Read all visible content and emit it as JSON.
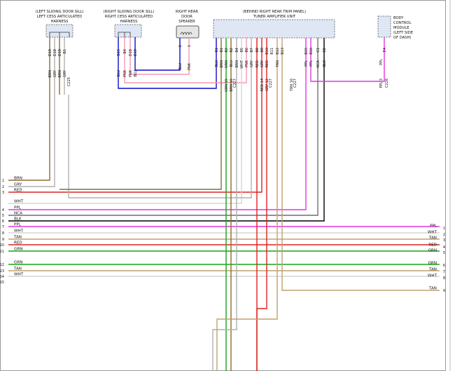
{
  "colors": {
    "BRN": "#8b6b2e",
    "GRY": "#b0b0b0",
    "RED": "#e02020",
    "WHT": "#d6d6d6",
    "PPL": "#e433e4",
    "NCA": "#6f6f6f",
    "BLK": "#000000",
    "TAN": "#c2a06e",
    "GRN": "#15a515",
    "BLU": "#0a0acc",
    "PNK": "#f29ab0"
  },
  "components": {
    "left_harness": {
      "caption": [
        "(LEFT SLIDING DOOR SILL)",
        "LEFT CESS ARTICULATED",
        "HARNESS"
      ],
      "pins": [
        {
          "pin": "D19",
          "wire": "BRN"
        },
        {
          "pin": "D18",
          "wire": "GRY"
        },
        {
          "pin": "D19",
          "wire": "BRN"
        },
        {
          "pin": "B1",
          "wire": "GRY"
        }
      ],
      "connector": "C225"
    },
    "right_harness": {
      "caption": [
        "(RIGHT SLIDING DOOR SILL)",
        "RIGHT CESS ARTICULATED",
        "HARNESS"
      ],
      "pins": [
        {
          "pin": "B15",
          "wire": "BLU"
        },
        {
          "pin": "B4",
          "wire": "PNK"
        },
        {
          "pin": "D18",
          "wire": "PNK"
        },
        {
          "pin": "D19",
          "wire": "BLU"
        }
      ]
    },
    "speaker": {
      "caption": [
        "RIGHT REAR",
        "DOOR",
        "SPEAKER"
      ],
      "pins": [
        {
          "pin": "2",
          "wire": "BLU"
        },
        {
          "pin": "1",
          "wire": "PNK"
        }
      ]
    },
    "amplifier": {
      "caption": [
        "(BEHIND RIGHT REAR TRIM PANEL)",
        "TUNER AMPLIFIER UNIT"
      ],
      "pins": [
        {
          "pin": "B1",
          "wire": "BLU"
        },
        {
          "pin": "B1",
          "wire": "BRN"
        },
        {
          "pin": "B2",
          "wire": "GRN"
        },
        {
          "pin": "B2",
          "wire": "BLU"
        },
        {
          "pin": "B4",
          "wire": "BRN"
        },
        {
          "pin": "B5",
          "wire": "WHT"
        },
        {
          "pin": "B6",
          "wire": "PNK"
        },
        {
          "pin": "B7",
          "wire": "GRY"
        },
        {
          "pin": "B8",
          "wire": "RED"
        },
        {
          "pin": "B9",
          "wire": "GRY"
        },
        {
          "pin": "B10",
          "wire": "RED"
        },
        {
          "pin": "B11",
          "wire": ""
        },
        {
          "pin": "B12",
          "wire": "TAN"
        },
        {
          "pin": "B13",
          "wire": ""
        },
        {
          "pin": "B15",
          "wire": "PPL"
        },
        {
          "pin": "B16",
          "wire": "PPL"
        },
        {
          "pin": "C1",
          "wire": "NCA"
        },
        {
          "pin": "C2",
          "wire": "BLK"
        }
      ],
      "mid_labels": [
        {
          "text": "GRN",
          "num": "15"
        },
        {
          "text": "BRN",
          "num": "16"
        },
        {
          "text": "C227",
          "num": ""
        },
        {
          "text": "RED",
          "num": "14"
        },
        {
          "text": "GRY",
          "num": "12"
        },
        {
          "text": "C227",
          "num": ""
        },
        {
          "text": "TAN",
          "num": "16"
        },
        {
          "text": "C227",
          "num": ""
        }
      ]
    },
    "bcm": {
      "caption": [
        "BODY",
        "CONTROL",
        "MODULE",
        "(LEFT SIDE",
        "OF DASH)"
      ],
      "pins": [
        {
          "pin": "E4",
          "wire": "PPL"
        }
      ],
      "mid": {
        "wire": "PPL",
        "num": "3",
        "connector": "C228"
      }
    }
  },
  "left_wires": [
    {
      "num": "1",
      "color": "BRN"
    },
    {
      "num": "2",
      "color": "GRY"
    },
    {
      "num": "3",
      "color": "RED"
    },
    {
      "num": "",
      "color": "WHT"
    },
    {
      "num": "4",
      "color": "PPL"
    },
    {
      "num": "5",
      "color": "NCA"
    },
    {
      "num": "6",
      "color": "BLK"
    },
    {
      "num": "7",
      "color": "PPL"
    },
    {
      "num": "8",
      "color": "WHT"
    },
    {
      "num": "9",
      "color": "TAN"
    },
    {
      "num": "10",
      "color": "RED"
    },
    {
      "num": "11",
      "color": "GRN"
    },
    {
      "num": "12",
      "color": "GRN"
    },
    {
      "num": "13",
      "color": "TAN"
    },
    {
      "num": "14",
      "color": "WHT"
    },
    {
      "num": "15",
      "color": ""
    }
  ],
  "right_wires": [
    {
      "num": "1",
      "color": "PPL"
    },
    {
      "num": "2",
      "color": "WHT"
    },
    {
      "num": "3",
      "color": "TAN"
    },
    {
      "num": "4",
      "color": "RED"
    },
    {
      "num": "5",
      "color": "GRN"
    },
    {
      "num": "6",
      "color": "GRN"
    },
    {
      "num": "7",
      "color": "TAN"
    },
    {
      "num": "8",
      "color": "WHT"
    },
    {
      "num": "9",
      "color": "TAN"
    }
  ]
}
